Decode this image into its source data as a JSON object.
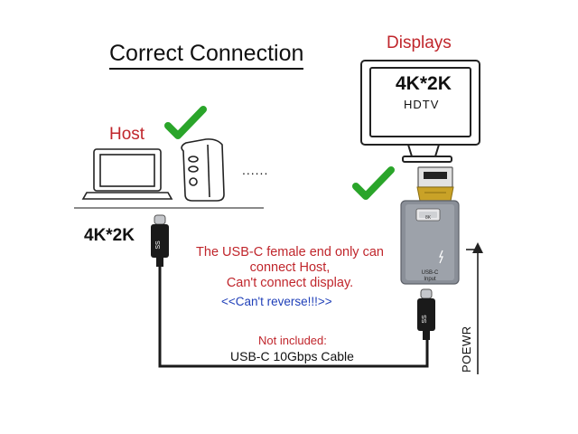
{
  "title": "Correct Connection",
  "displays_label": "Displays",
  "host_label": "Host",
  "resolution_left": "4K*2K",
  "tv": {
    "resolution": "4K*2K",
    "model": "HDTV"
  },
  "host_more": "......",
  "warning": {
    "line1": "The USB-C female end only can",
    "line2": "connect Host,",
    "line3": "Can't connect display.",
    "reverse": "<<Can't reverse!!!>>"
  },
  "not_included": "Not included:",
  "cable_label": "USB-C 10Gbps Cable",
  "power_label": "POEWR",
  "adapter": {
    "logo": "8K HDMI",
    "port_label": "USB-C Input"
  },
  "colors": {
    "accent_red": "#c0262c",
    "accent_blue": "#1f3fb8",
    "check_green": "#2aa52a",
    "adapter_grey": "#8a8f98"
  },
  "icons": [
    "laptop-icon",
    "desktop-tower-icon",
    "monitor-icon",
    "green-check-icon",
    "hdmi-plug-icon",
    "usb-c-plug-icon",
    "lightning-icon",
    "arrow-up-icon"
  ]
}
